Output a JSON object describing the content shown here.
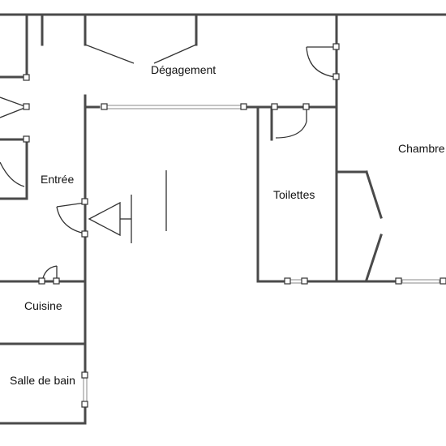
{
  "rooms": {
    "degagement": "Dégagement",
    "entree": "Entrée",
    "toilettes": "Toilettes",
    "chambre": "Chambre",
    "cuisine": "Cuisine",
    "salle_de_bain": "Salle de bain"
  },
  "colors": {
    "wall": "#4a4a4a",
    "background": "#ffffff",
    "text": "#111111"
  }
}
